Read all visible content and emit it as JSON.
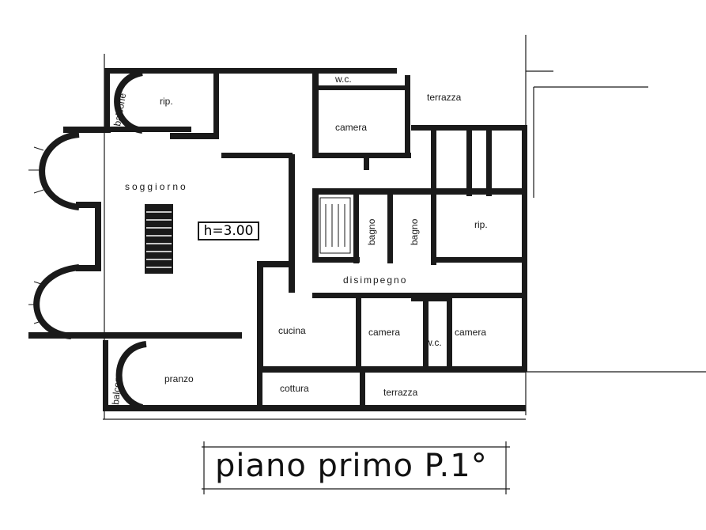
{
  "title": "piano primo P.1°",
  "height_label": "h=3.00",
  "rooms": {
    "rip_top_left": "rip.",
    "balcone_top": "balcone",
    "soggiorno": "soggiorno",
    "wc_top": "w.c.",
    "camera_top": "camera",
    "terrazza_top": "terrazza",
    "bagno_1": "bagno",
    "bagno_2": "bagno",
    "rip_right": "rip.",
    "disimpegno": "disimpegno",
    "cucina": "cucina",
    "camera_mid": "camera",
    "wc_mid": "w.c.",
    "camera_right": "camera",
    "balcone_bottom": "balcone",
    "pranzo": "pranzo",
    "cottura": "cottura",
    "terrazza_bottom": "terrazza"
  }
}
